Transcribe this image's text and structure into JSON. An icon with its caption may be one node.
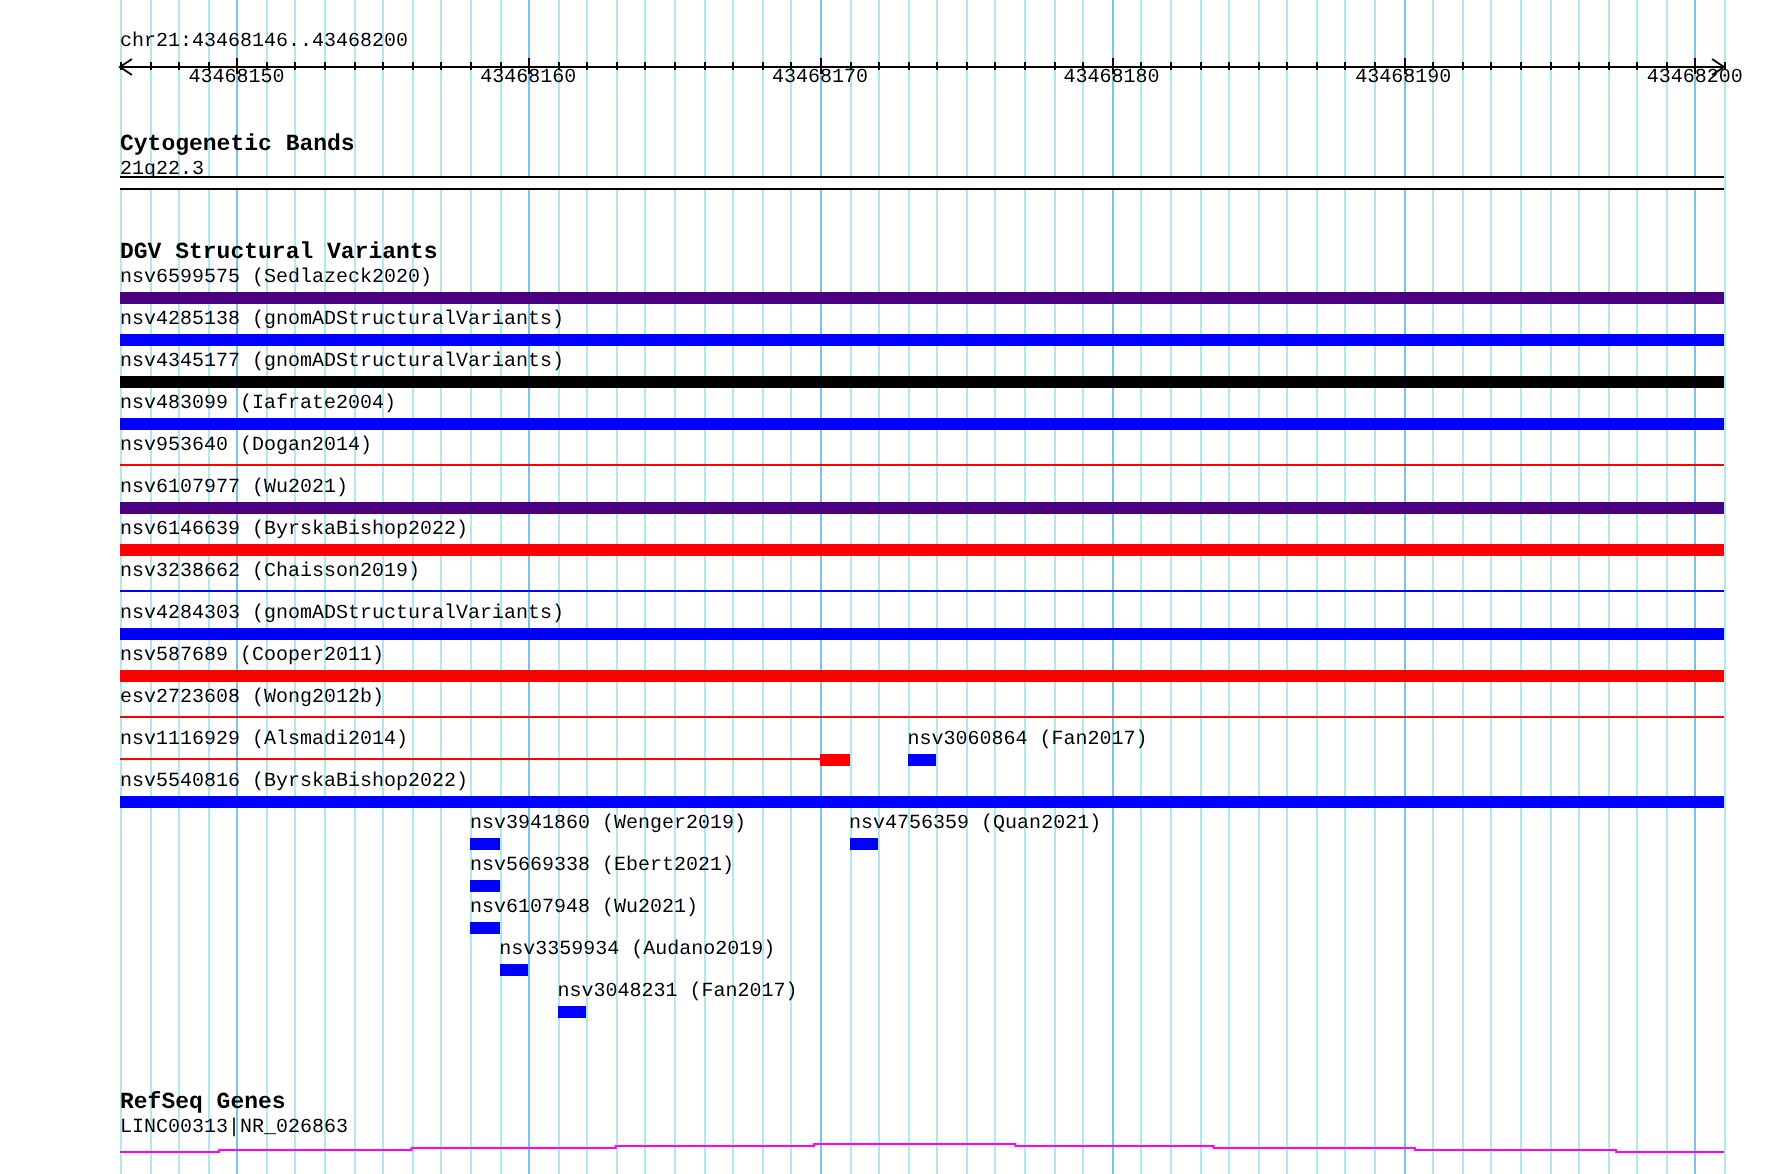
{
  "diagram": {
    "nodes": [
      {
        "text": [
          "21q22.3"
        ]
      },
      {
        "text": [
          "nsv6599575 (Sedlazeck2020)"
        ]
      },
      {
        "text": [
          "nsv4285138 (gnomADStructuralVariants)"
        ]
      },
      {
        "text": [
          "nsv4345177 (gnomADStructuralVariants)"
        ]
      },
      {
        "text": [
          "nsv483099 (Iafrate2004)"
        ]
      },
      {
        "text": [
          "nsv953640 (Dogan2014)"
        ]
      },
      {
        "text": [
          "nsv6107977 (Wu2021)"
        ]
      },
      {
        "text": [
          "nsv6146639 (ByrskaBishop2022)"
        ]
      },
      {
        "text": [
          "nsv3238662 (Chaisson2019)"
        ]
      },
      {
        "text": [
          "nsv4284303 (gnomADStructuralVariants)"
        ]
      },
      {
        "text": [
          "nsv587689 (Cooper2011)"
        ]
      },
      {
        "text": [
          "esv2723608 (Wong2012b)"
        ]
      },
      {
        "text": [
          "nsv1116929 (Alsmadi2014)"
        ]
      },
      {
        "text": [
          "nsv3060864 (Fan2017)"
        ]
      },
      {
        "text": [
          "nsv5540816 (ByrskaBishop2022)"
        ]
      },
      {
        "text": [
          "nsv3941860 (Wenger2019)"
        ]
      },
      {
        "text": [
          "nsv4756359 (Quan2021)"
        ]
      },
      {
        "text": [
          "nsv5669338 (Ebert2021)"
        ]
      },
      {
        "text": [
          "nsv6107948 (Wu2021)"
        ]
      },
      {
        "text": [
          "nsv3359934 (Audano2019)"
        ]
      },
      {
        "text": [
          "nsv3048231 (Fan2017)"
        ]
      },
      {
        "text": [
          "LINC00313|NR_026863"
        ]
      }
    ],
    "labels": [
      "chr21:43468146..43468200",
      "43468150",
      "43468160",
      "43468170",
      "43468180",
      "43468190",
      "43468200",
      "Cytogenetic Bands",
      "DGV Structural Variants",
      "RefSeq Genes"
    ]
  }
}
